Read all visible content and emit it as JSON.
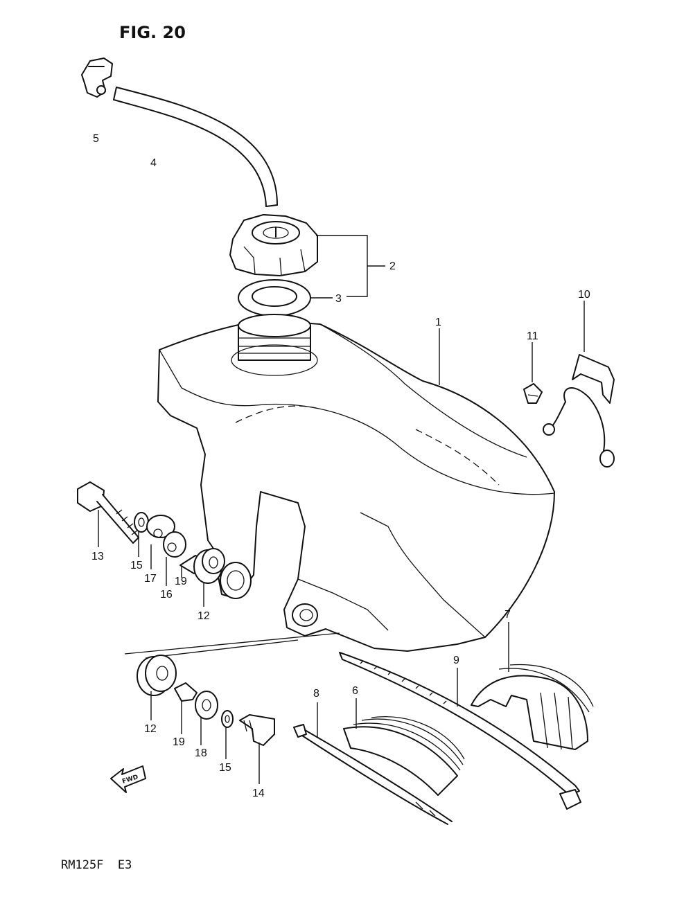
{
  "figure": {
    "title": "FIG. 20",
    "model_code": "RM125F  E3"
  },
  "direction_badge": {
    "text": "FWD"
  },
  "parts": {
    "p1": "1",
    "p2": "2",
    "p3": "3",
    "p4": "4",
    "p5": "5",
    "p6": "6",
    "p7": "7",
    "p8": "8",
    "p9": "9",
    "p10": "10",
    "p11": "11",
    "p12a": "12",
    "p12b": "12",
    "p13": "13",
    "p14": "14",
    "p15a": "15",
    "p15b": "15",
    "p16": "16",
    "p17": "17",
    "p18": "18",
    "p19a": "19",
    "p19b": "19"
  }
}
